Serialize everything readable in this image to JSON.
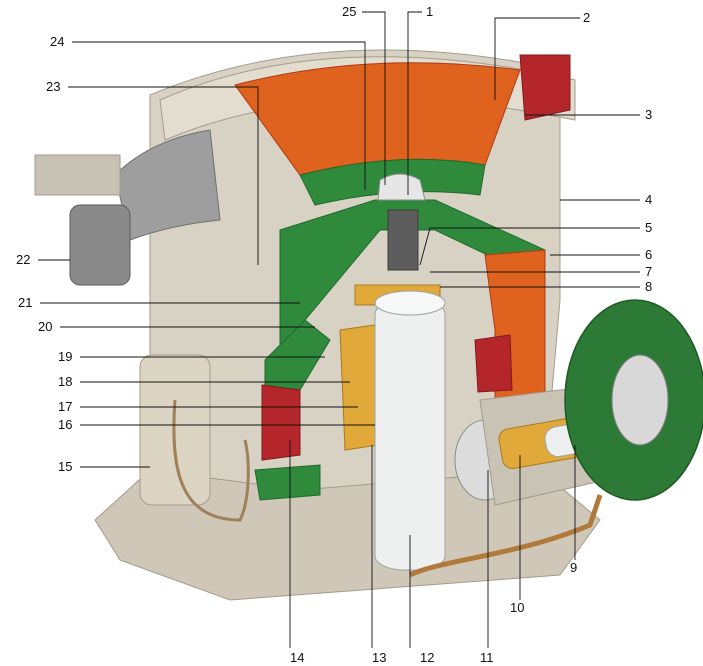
{
  "callouts": [
    {
      "id": "1",
      "label": "1"
    },
    {
      "id": "2",
      "label": "2"
    },
    {
      "id": "3",
      "label": "3"
    },
    {
      "id": "4",
      "label": "4"
    },
    {
      "id": "5",
      "label": "5"
    },
    {
      "id": "6",
      "label": "6"
    },
    {
      "id": "7",
      "label": "7"
    },
    {
      "id": "8",
      "label": "8"
    },
    {
      "id": "9",
      "label": "9"
    },
    {
      "id": "10",
      "label": "10"
    },
    {
      "id": "11",
      "label": "11"
    },
    {
      "id": "12",
      "label": "12"
    },
    {
      "id": "13",
      "label": "13"
    },
    {
      "id": "14",
      "label": "14"
    },
    {
      "id": "15",
      "label": "15"
    },
    {
      "id": "16",
      "label": "16"
    },
    {
      "id": "17",
      "label": "17"
    },
    {
      "id": "18",
      "label": "18"
    },
    {
      "id": "19",
      "label": "19"
    },
    {
      "id": "20",
      "label": "20"
    },
    {
      "id": "21",
      "label": "21"
    },
    {
      "id": "22",
      "label": "22"
    },
    {
      "id": "23",
      "label": "23"
    },
    {
      "id": "24",
      "label": "24"
    },
    {
      "id": "25",
      "label": "25"
    }
  ],
  "colors": {
    "background": "#ffffff",
    "frame": "#d8d2c4",
    "frame_shadow": "#b7b0a0",
    "liner_orange": "#e0621f",
    "liner_dark": "#b03a12",
    "mantle_green": "#2f8a3c",
    "mantle_dark": "#1f6a2c",
    "shaft_white": "#eef0f0",
    "bronze": "#e0a93a",
    "red_part": "#b5262a",
    "gear_gray": "#8c8c8c",
    "sheave_green": "#2c7a36"
  }
}
